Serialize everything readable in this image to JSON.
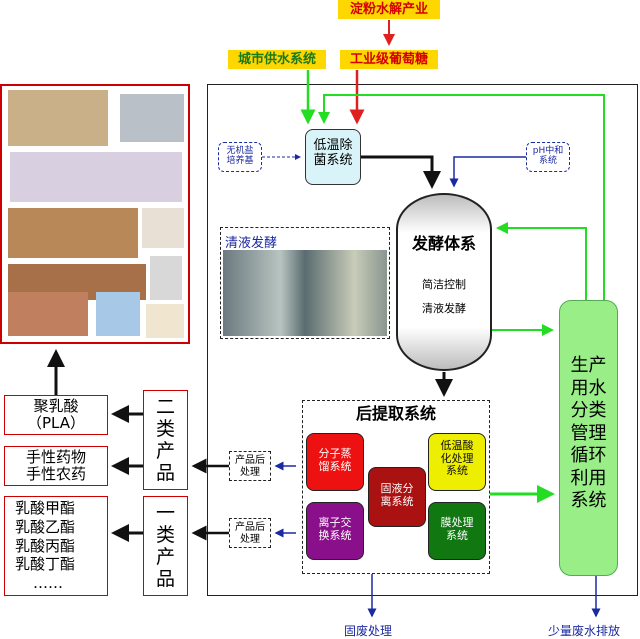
{
  "top": {
    "starch_hydrolysis": "淀粉水解产业",
    "city_water": "城市供水系统",
    "industrial_glucose": "工业级葡萄糖"
  },
  "inputs": {
    "inorganic_medium": [
      "无机盐",
      "培养基"
    ],
    "ph_neutral": [
      "pH中和",
      "系统"
    ]
  },
  "sterilization": [
    "低温除",
    "菌系统"
  ],
  "clear_fermentation_label": "清液发酵",
  "fermenter": {
    "title": "发酵体系",
    "line1": "简洁控制",
    "line2": "清液发酵"
  },
  "extraction": {
    "title": "后提取系统",
    "molecular_distillation": [
      "分子蒸",
      "馏系统"
    ],
    "solid_liquid": [
      "固液分",
      "离系统"
    ],
    "low_temp_acid": [
      "低温酸",
      "化处理",
      "系统"
    ],
    "ion_exchange": [
      "离子交",
      "换系统"
    ],
    "membrane": [
      "膜处理",
      "系统"
    ]
  },
  "water_recycle": [
    "生产",
    "用水",
    "分类",
    "管理",
    "循环",
    "利用",
    "系统"
  ],
  "post_processing": [
    "产品后",
    "处理"
  ],
  "class2": [
    "二",
    "类",
    "产",
    "品"
  ],
  "class1": [
    "一",
    "类",
    "产",
    "品"
  ],
  "products_pla": [
    "聚乳酸",
    "（PLA）"
  ],
  "products_pesticide": [
    "手性药物",
    "手性农药"
  ],
  "products_esters": [
    "乳酸甲酯",
    "乳酸乙酯",
    "乳酸丙酯",
    "乳酸丁酯",
    "……"
  ],
  "bottom": {
    "solid_waste": "固废处理",
    "waste_water": "少量废水排放"
  },
  "colors": {
    "top_label_bg": "#ffd700",
    "top_label_text": "#d40000",
    "green_line": "#22dd22",
    "red_line": "#e02020",
    "blue_line": "#1a2aa0",
    "sterilization_bg": "#d9f4f8",
    "water_system_bg": "#99ee88",
    "molecular_bg": "#ee1111",
    "solid_liquid_bg": "#aa1111",
    "acid_bg": "#eeee00",
    "ion_bg": "#8a0f8a",
    "membrane_bg": "#117711",
    "product_border": "#cc0000"
  }
}
